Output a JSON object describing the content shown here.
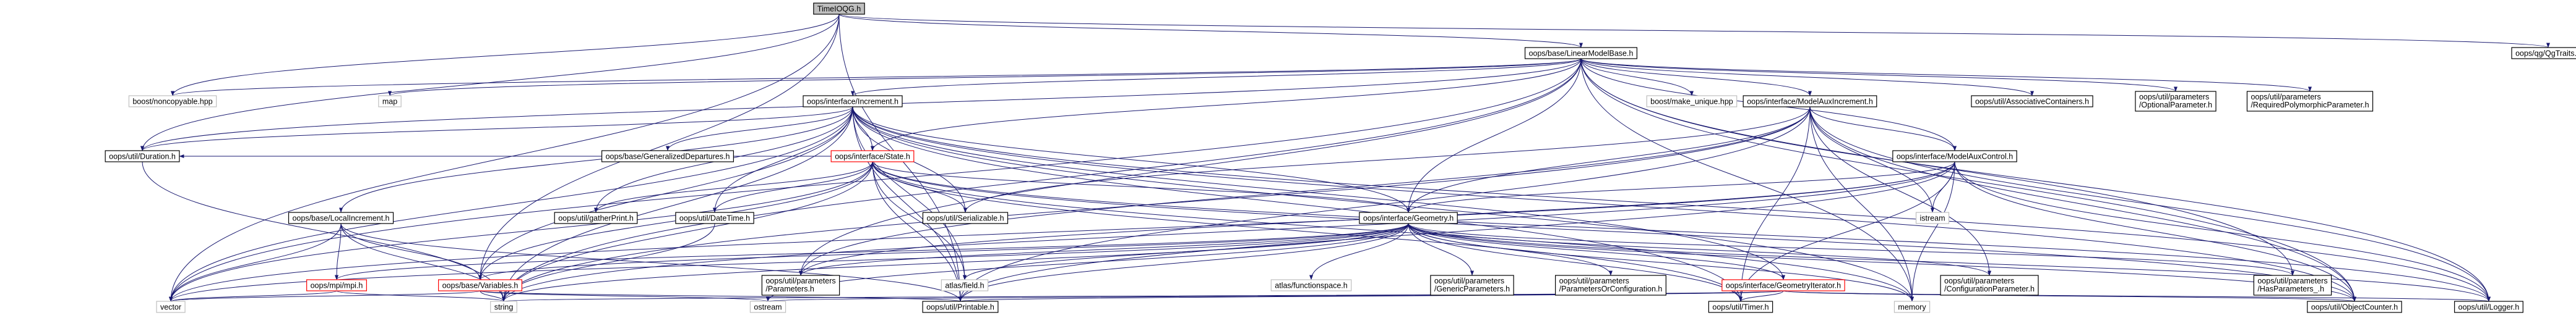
{
  "graph_title": "TimeIOQG.h",
  "colors": {
    "edge": "#191970",
    "node_border": "#000000",
    "documented_fill": "#ffffff",
    "root_fill": "#bfbfbf",
    "undocumented_border": "#bfbfbf",
    "truncated_border": "#ff0000"
  },
  "nodes": [
    {
      "id": "root",
      "label": "TimeIOQG.h",
      "kind": "root"
    },
    {
      "id": "lmb",
      "label": "oops/base/LinearModelBase.h",
      "kind": "documented"
    },
    {
      "id": "qgtraits",
      "label": "oops/qg/QgTraits.h",
      "kind": "documented"
    },
    {
      "id": "boostnc",
      "label": "boost/noncopyable.hpp",
      "kind": "external"
    },
    {
      "id": "map",
      "label": "map",
      "kind": "external"
    },
    {
      "id": "incr",
      "label": "oops/interface/Increment.h",
      "kind": "documented"
    },
    {
      "id": "boostmu",
      "label": "boost/make_unique.hpp",
      "kind": "external"
    },
    {
      "id": "maincr",
      "label": "oops/interface/ModelAuxIncrement.h",
      "kind": "documented"
    },
    {
      "id": "assoc",
      "label": "oops/util/AssociativeContainers.h",
      "kind": "documented"
    },
    {
      "id": "optparam",
      "label": [
        "oops/util/parameters",
        "/OptionalParameter.h"
      ],
      "kind": "documented"
    },
    {
      "id": "reqpoly",
      "label": [
        "oops/util/parameters",
        "/RequiredPolymorphicParameter.h"
      ],
      "kind": "documented"
    },
    {
      "id": "duration",
      "label": "oops/util/Duration.h",
      "kind": "documented"
    },
    {
      "id": "gendep",
      "label": "oops/base/GeneralizedDepartures.h",
      "kind": "documented"
    },
    {
      "id": "state",
      "label": "oops/interface/State.h",
      "kind": "truncated"
    },
    {
      "id": "macontrol",
      "label": "oops/interface/ModelAuxControl.h",
      "kind": "documented"
    },
    {
      "id": "localincr",
      "label": "oops/base/LocalIncrement.h",
      "kind": "documented"
    },
    {
      "id": "gatherprint",
      "label": "oops/util/gatherPrint.h",
      "kind": "documented"
    },
    {
      "id": "datetime",
      "label": "oops/util/DateTime.h",
      "kind": "documented"
    },
    {
      "id": "serial",
      "label": "oops/util/Serializable.h",
      "kind": "documented"
    },
    {
      "id": "istream",
      "label": "istream",
      "kind": "external"
    },
    {
      "id": "geometry",
      "label": "oops/interface/Geometry.h",
      "kind": "documented"
    },
    {
      "id": "mpi",
      "label": "oops/mpi/mpi.h",
      "kind": "truncated"
    },
    {
      "id": "variables",
      "label": "oops/base/Variables.h",
      "kind": "truncated"
    },
    {
      "id": "parameters",
      "label": [
        "oops/util/parameters",
        "/Parameters.h"
      ],
      "kind": "documented"
    },
    {
      "id": "atlas",
      "label": "atlas/field.h",
      "kind": "external"
    },
    {
      "id": "funcspace",
      "label": "atlas/functionspace.h",
      "kind": "external"
    },
    {
      "id": "genparam",
      "label": [
        "oops/util/parameters",
        "/GenericParameters.h"
      ],
      "kind": "documented"
    },
    {
      "id": "paramorconf",
      "label": [
        "oops/util/parameters",
        "/ParametersOrConfiguration.h"
      ],
      "kind": "documented"
    },
    {
      "id": "geoiter",
      "label": "oops/interface/GeometryIterator.h",
      "kind": "truncated"
    },
    {
      "id": "confparam",
      "label": [
        "oops/util/parameters",
        "/ConfigurationParameter.h"
      ],
      "kind": "documented"
    },
    {
      "id": "hasparam",
      "label": [
        "oops/util/parameters",
        "/HasParameters_.h"
      ],
      "kind": "documented"
    },
    {
      "id": "vector",
      "label": "vector",
      "kind": "external"
    },
    {
      "id": "string",
      "label": "string",
      "kind": "external"
    },
    {
      "id": "ostream",
      "label": "ostream",
      "kind": "external"
    },
    {
      "id": "printable",
      "label": "oops/util/Printable.h",
      "kind": "documented"
    },
    {
      "id": "timer",
      "label": "oops/util/Timer.h",
      "kind": "documented"
    },
    {
      "id": "memory",
      "label": "memory",
      "kind": "external"
    },
    {
      "id": "objcounter",
      "label": "oops/util/ObjectCounter.h",
      "kind": "documented"
    },
    {
      "id": "logger",
      "label": "oops/util/Logger.h",
      "kind": "documented"
    }
  ],
  "edges": [
    [
      "root",
      "lmb"
    ],
    [
      "root",
      "qgtraits"
    ],
    [
      "root",
      "boostnc"
    ],
    [
      "root",
      "duration"
    ],
    [
      "root",
      "variables"
    ],
    [
      "root",
      "vector"
    ],
    [
      "root",
      "printable"
    ],
    [
      "lmb",
      "boostnc"
    ],
    [
      "lmb",
      "map"
    ],
    [
      "lmb",
      "incr"
    ],
    [
      "lmb",
      "boostmu"
    ],
    [
      "lmb",
      "maincr"
    ],
    [
      "lmb",
      "assoc"
    ],
    [
      "lmb",
      "optparam"
    ],
    [
      "lmb",
      "reqpoly"
    ],
    [
      "lmb",
      "duration"
    ],
    [
      "lmb",
      "state"
    ],
    [
      "lmb",
      "macontrol"
    ],
    [
      "lmb",
      "geometry"
    ],
    [
      "lmb",
      "string"
    ],
    [
      "lmb",
      "vector"
    ],
    [
      "lmb",
      "hasparam"
    ],
    [
      "lmb",
      "memory"
    ],
    [
      "lmb",
      "objcounter"
    ],
    [
      "lmb",
      "logger"
    ],
    [
      "lmb",
      "parameters"
    ],
    [
      "incr",
      "duration"
    ],
    [
      "incr",
      "gendep"
    ],
    [
      "incr",
      "state"
    ],
    [
      "incr",
      "localincr"
    ],
    [
      "incr",
      "gatherprint"
    ],
    [
      "incr",
      "datetime"
    ],
    [
      "incr",
      "serial"
    ],
    [
      "incr",
      "geometry"
    ],
    [
      "incr",
      "variables"
    ],
    [
      "incr",
      "vector"
    ],
    [
      "incr",
      "string"
    ],
    [
      "incr",
      "atlas"
    ],
    [
      "incr",
      "geoiter"
    ],
    [
      "incr",
      "printable"
    ],
    [
      "incr",
      "timer"
    ],
    [
      "incr",
      "objcounter"
    ],
    [
      "incr",
      "logger"
    ],
    [
      "incr",
      "memory"
    ],
    [
      "maincr",
      "macontrol"
    ],
    [
      "maincr",
      "istream"
    ],
    [
      "maincr",
      "geometry"
    ],
    [
      "maincr",
      "serial"
    ],
    [
      "maincr",
      "confparam"
    ],
    [
      "maincr",
      "printable"
    ],
    [
      "maincr",
      "timer"
    ],
    [
      "maincr",
      "objcounter"
    ],
    [
      "maincr",
      "logger"
    ],
    [
      "maincr",
      "string"
    ],
    [
      "maincr",
      "memory"
    ],
    [
      "maincr",
      "parameters"
    ],
    [
      "macontrol",
      "istream"
    ],
    [
      "macontrol",
      "geometry"
    ],
    [
      "macontrol",
      "printable"
    ],
    [
      "macontrol",
      "timer"
    ],
    [
      "macontrol",
      "objcounter"
    ],
    [
      "macontrol",
      "logger"
    ],
    [
      "macontrol",
      "memory"
    ],
    [
      "macontrol",
      "string"
    ],
    [
      "macontrol",
      "parameters"
    ],
    [
      "macontrol",
      "vector"
    ],
    [
      "state",
      "geometry"
    ],
    [
      "state",
      "gatherprint"
    ],
    [
      "state",
      "datetime"
    ],
    [
      "state",
      "serial"
    ],
    [
      "state",
      "duration"
    ],
    [
      "state",
      "variables"
    ],
    [
      "state",
      "string"
    ],
    [
      "state",
      "vector"
    ],
    [
      "state",
      "printable"
    ],
    [
      "state",
      "timer"
    ],
    [
      "state",
      "objcounter"
    ],
    [
      "state",
      "logger"
    ],
    [
      "state",
      "atlas"
    ],
    [
      "state",
      "memory"
    ],
    [
      "localincr",
      "mpi"
    ],
    [
      "localincr",
      "variables"
    ],
    [
      "localincr",
      "printable"
    ],
    [
      "localincr",
      "vector"
    ],
    [
      "localincr",
      "string"
    ],
    [
      "geometry",
      "mpi"
    ],
    [
      "geometry",
      "variables"
    ],
    [
      "geometry",
      "parameters"
    ],
    [
      "geometry",
      "atlas"
    ],
    [
      "geometry",
      "funcspace"
    ],
    [
      "geometry",
      "genparam"
    ],
    [
      "geometry",
      "paramorconf"
    ],
    [
      "geometry",
      "geoiter"
    ],
    [
      "geometry",
      "confparam"
    ],
    [
      "geometry",
      "hasparam"
    ],
    [
      "geometry",
      "vector"
    ],
    [
      "geometry",
      "string"
    ],
    [
      "geometry",
      "printable"
    ],
    [
      "geometry",
      "timer"
    ],
    [
      "geometry",
      "memory"
    ],
    [
      "geometry",
      "objcounter"
    ],
    [
      "geometry",
      "logger"
    ],
    [
      "geometry",
      "ostream"
    ],
    [
      "geoiter",
      "printable"
    ],
    [
      "geoiter",
      "timer"
    ],
    [
      "geoiter",
      "objcounter"
    ],
    [
      "geoiter",
      "logger"
    ],
    [
      "geoiter",
      "string"
    ],
    [
      "geoiter",
      "ostream"
    ],
    [
      "variables",
      "vector"
    ],
    [
      "variables",
      "string"
    ],
    [
      "variables",
      "printable"
    ],
    [
      "variables",
      "ostream"
    ],
    [
      "mpi",
      "vector"
    ],
    [
      "mpi",
      "string"
    ],
    [
      "datetime",
      "string"
    ],
    [
      "duration",
      "string"
    ]
  ]
}
